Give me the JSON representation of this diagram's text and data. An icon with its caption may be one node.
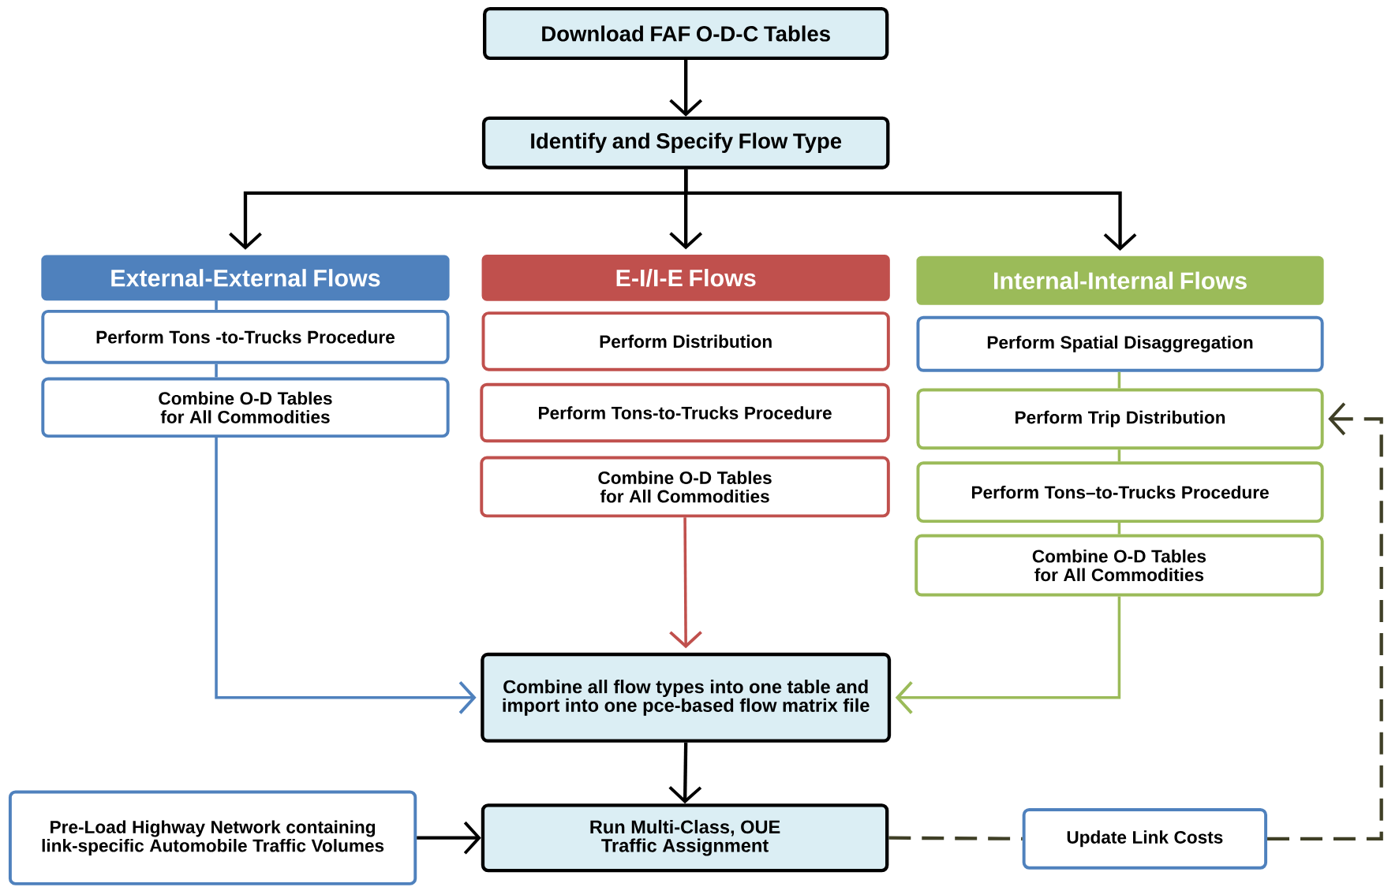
{
  "diagram": {
    "nodes": [
      {
        "text": [
          "Download FAF O-D-C Tables"
        ]
      },
      {
        "text": [
          "Identify and Specify Flow Type"
        ]
      },
      {
        "text": [
          "External-External Flows"
        ]
      },
      {
        "text": [
          "Perform Tons -to-Trucks Procedure"
        ]
      },
      {
        "text": [
          "Combine O-D Tables for All Commodities"
        ]
      },
      {
        "text": [
          "E-I/I-E Flows"
        ]
      },
      {
        "text": [
          "Perform Distribution"
        ]
      },
      {
        "text": [
          "Perform Tons-to-Trucks Procedure"
        ]
      },
      {
        "text": [
          "Combine O-D Tables for All Commodities"
        ]
      },
      {
        "text": [
          "Internal-Internal Flows"
        ]
      },
      {
        "text": [
          "Perform Spatial Disaggregation"
        ]
      },
      {
        "text": [
          "Perform Trip Distribution"
        ]
      },
      {
        "text": [
          "Perform Tons–to-Trucks Procedure"
        ]
      },
      {
        "text": [
          "Combine O-D Tables for All Commodities"
        ]
      },
      {
        "text": [
          "Combine all flow types into one table and import into one pce-based flow matrix file"
        ]
      },
      {
        "text": [
          "Pre-Load Highway Network containing link-specific Automobile Traffic Volumes"
        ]
      },
      {
        "text": [
          "Run Multi-Class, OUE Traffic Assignment"
        ]
      },
      {
        "text": [
          "Update Link Costs"
        ]
      }
    ],
    "edges": [
      {
        "from": 0,
        "to": 1,
        "arrow": "to"
      },
      {
        "from": 1,
        "to": 2,
        "arrow": "to"
      },
      {
        "from": 1,
        "to": 5,
        "arrow": "to"
      },
      {
        "from": 1,
        "to": 9,
        "arrow": "to"
      },
      {
        "from": 2,
        "to": 3,
        "arrow": "none",
        "color": "#4f81bd"
      },
      {
        "from": 3,
        "to": 4,
        "arrow": "none",
        "color": "#4f81bd"
      },
      {
        "from": 4,
        "to": 14,
        "arrow": "to",
        "color": "#4f81bd"
      },
      {
        "from": 8,
        "to": 14,
        "arrow": "to",
        "color": "#c0504d"
      },
      {
        "from": 10,
        "to": 11,
        "arrow": "none",
        "color": "#9bbb59"
      },
      {
        "from": 11,
        "to": 12,
        "arrow": "none",
        "color": "#9bbb59"
      },
      {
        "from": 12,
        "to": 13,
        "arrow": "none",
        "color": "#9bbb59"
      },
      {
        "from": 13,
        "to": 14,
        "arrow": "to",
        "color": "#9bbb59"
      },
      {
        "from": 14,
        "to": 16,
        "arrow": "to"
      },
      {
        "from": 15,
        "to": 16,
        "arrow": "to"
      },
      {
        "from": 16,
        "to": 17,
        "arrow": "none",
        "style": "dashed",
        "color": "#3f3f26"
      },
      {
        "from": 17,
        "to": 11,
        "arrow": "to",
        "style": "dashed",
        "color": "#3f3f26"
      }
    ]
  }
}
